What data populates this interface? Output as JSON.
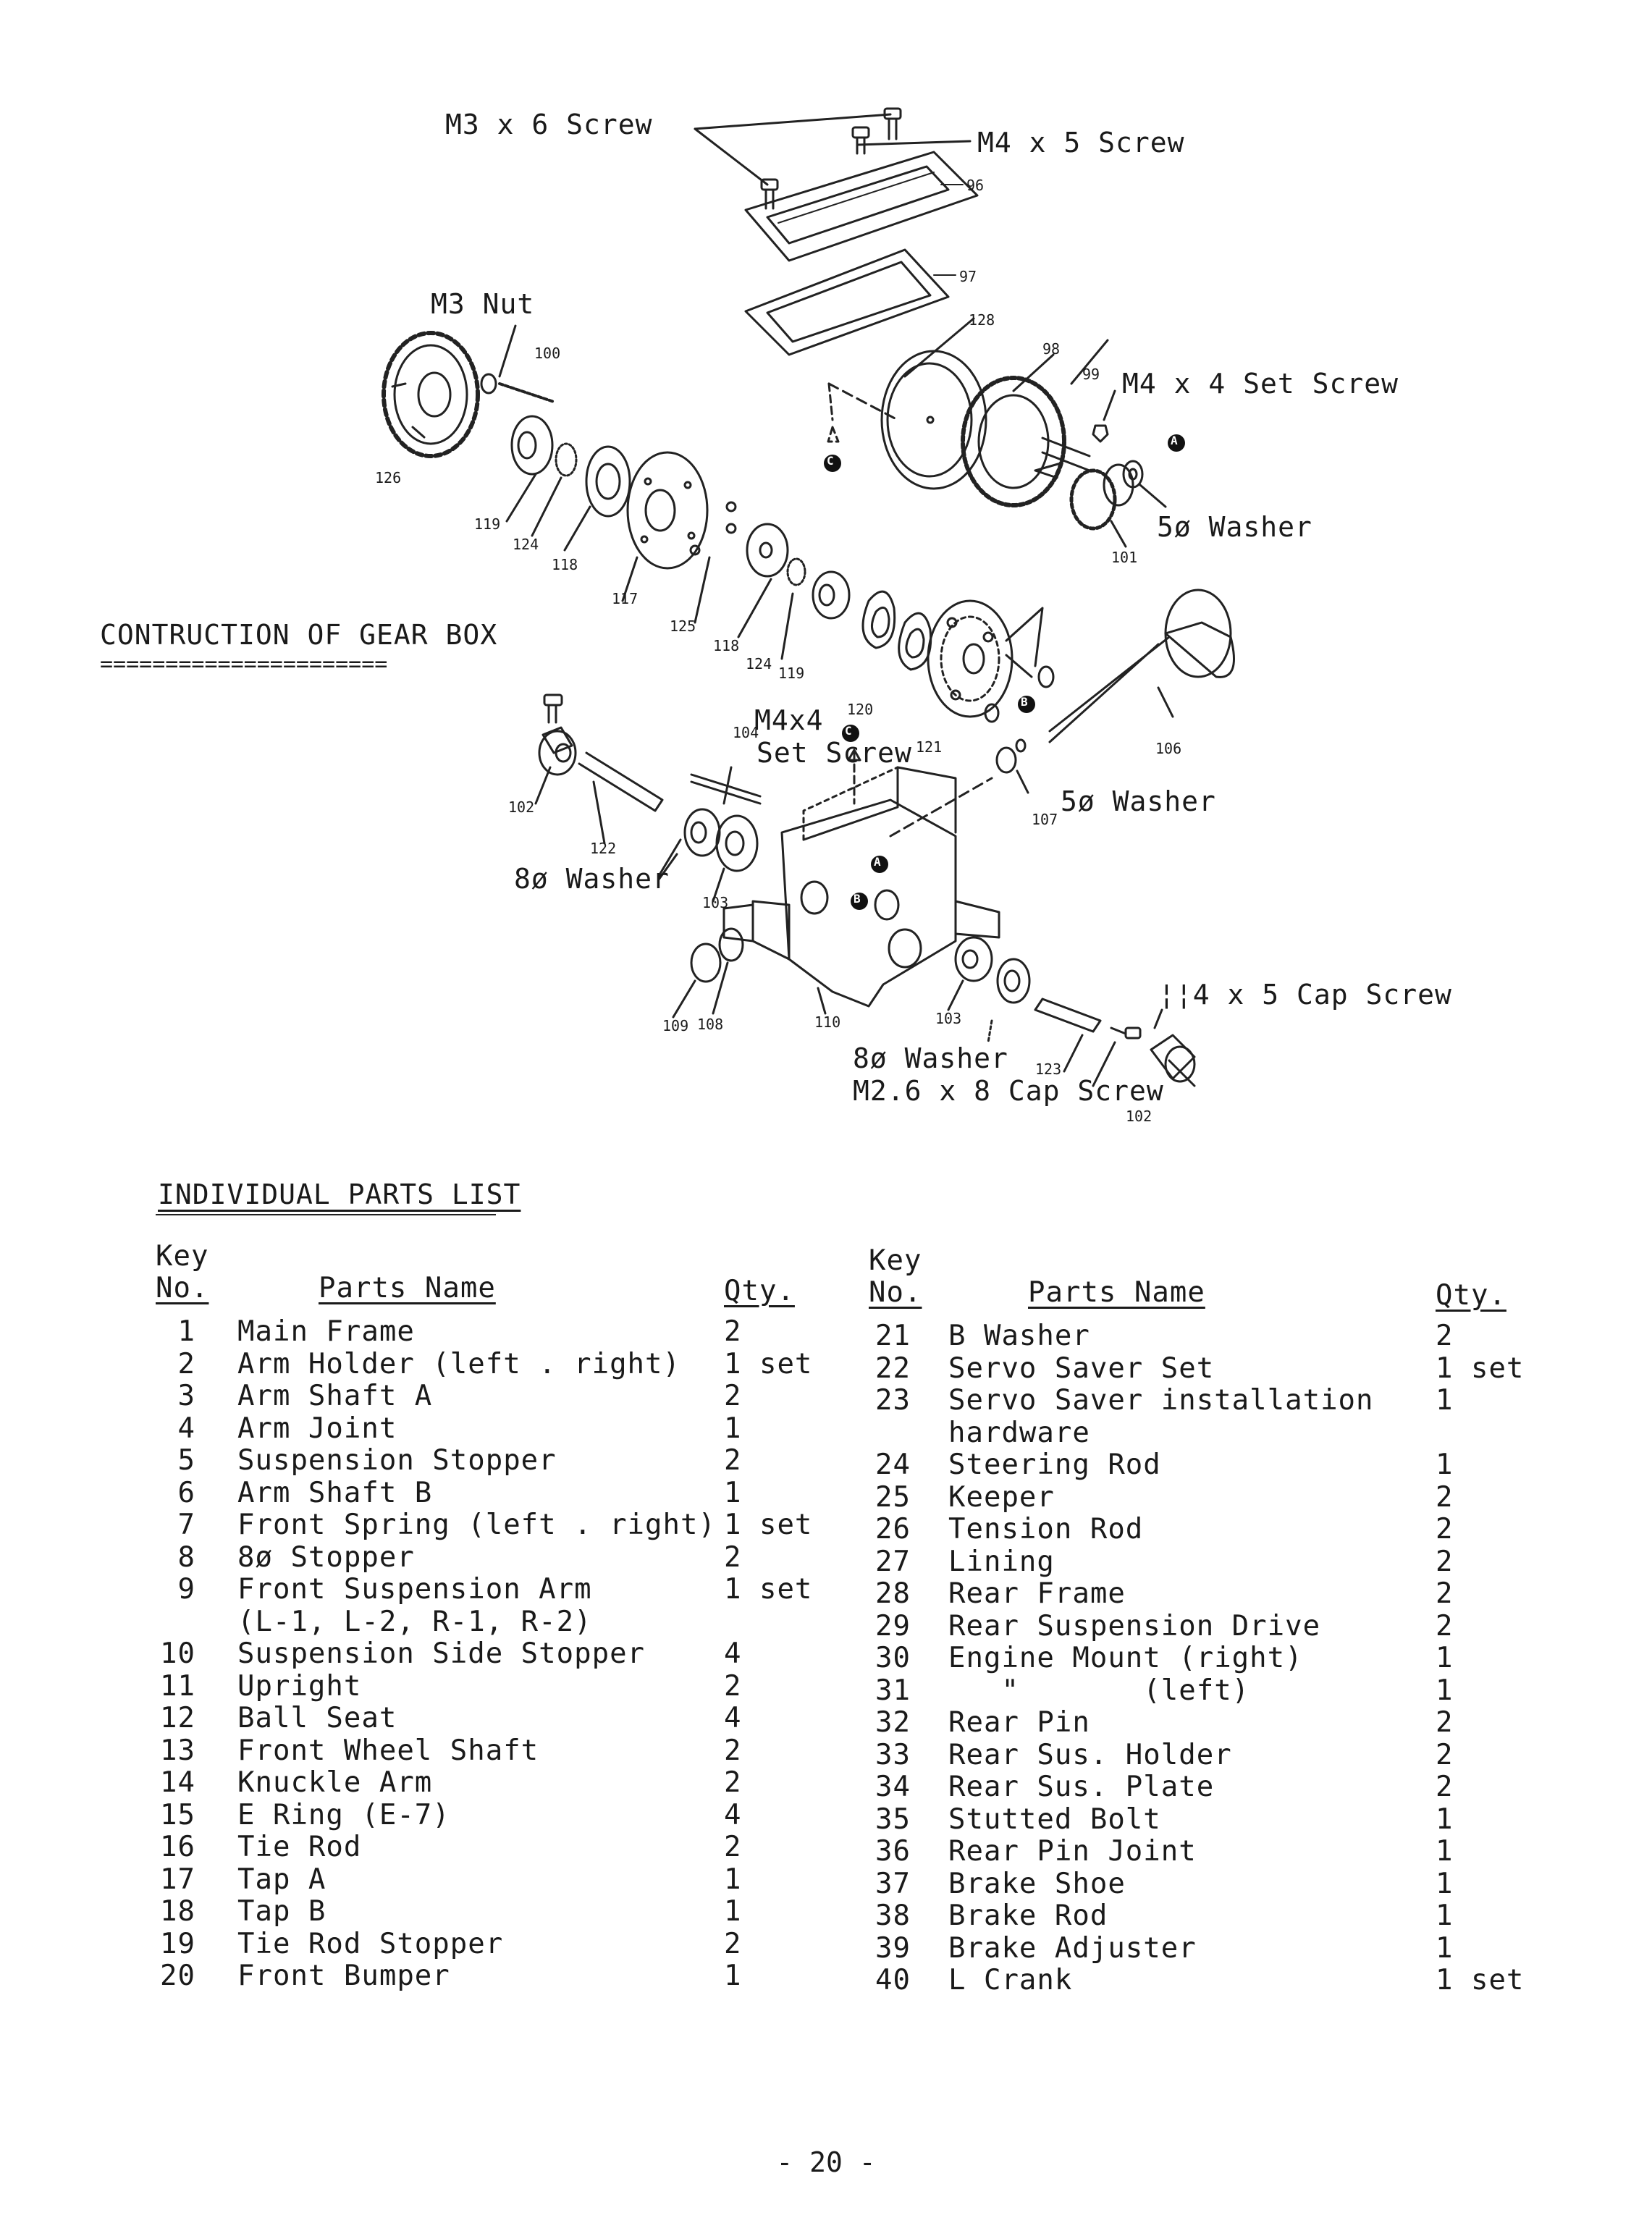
{
  "diagram": {
    "labels": {
      "m3x6_screw": "M3 x 6 Screw",
      "m4x5_screw": "M4 x 5 Screw",
      "m3_nut": "M3 Nut",
      "m4x4_set_screw": "M4 x 4 Set Screw",
      "washer5_top": "5ø Washer",
      "m4x4_a": "M4x4",
      "m4x4_b": "Set Screw",
      "washer5_mid": "5ø Washer",
      "washer8_left": "8ø Washer",
      "cap_screw_14x5": "¦¦4 x 5 Cap Screw",
      "washer8_bottom": "8ø Washer",
      "m26_cap_screw": "M2.6 x 8 Cap Screw"
    },
    "callouts": {
      "c96": "96",
      "c97": "97",
      "c128": "128",
      "c98": "98",
      "c99": "99",
      "c100": "100",
      "c126": "126",
      "c119a": "119",
      "c124a": "124",
      "c118a": "118",
      "c117": "117",
      "c125": "125",
      "c118b": "118",
      "c124b": "124",
      "c119b": "119",
      "c120": "120",
      "c121": "121",
      "c101": "101",
      "c104": "104",
      "c106": "106",
      "c107": "107",
      "c102a": "102",
      "c122": "122",
      "c103a": "103",
      "c110": "110",
      "c109": "109",
      "c108": "108",
      "c103b": "103",
      "c123": "123",
      "c102b": "102"
    },
    "markers": {
      "a": "A",
      "b": "B",
      "c": "C"
    },
    "section_title": "CONTRUCTION OF GEAR BOX",
    "section_underline": "======================"
  },
  "parts_list": {
    "title": "INDIVIDUAL PARTS LIST",
    "header": {
      "key_line1": "Key",
      "key_line2": "No.",
      "name": "Parts Name",
      "qty": "Qty."
    },
    "left": [
      {
        "key": "1",
        "name": "Main Frame",
        "qty": "2"
      },
      {
        "key": "2",
        "name": "Arm Holder (left . right)",
        "qty": "1 set"
      },
      {
        "key": "3",
        "name": "Arm Shaft A",
        "qty": "2"
      },
      {
        "key": "4",
        "name": "Arm Joint",
        "qty": "1"
      },
      {
        "key": "5",
        "name": "Suspension Stopper",
        "qty": "2"
      },
      {
        "key": "6",
        "name": "Arm Shaft B",
        "qty": "1"
      },
      {
        "key": "7",
        "name": "Front Spring (left . right)",
        "qty": "1 set"
      },
      {
        "key": "8",
        "name": "8ø Stopper",
        "qty": "2"
      },
      {
        "key": "9",
        "name": "Front Suspension Arm",
        "qty": "1 set"
      },
      {
        "key": "",
        "name": "(L-1, L-2, R-1, R-2)",
        "qty": ""
      },
      {
        "key": "10",
        "name": "Suspension Side Stopper",
        "qty": "4"
      },
      {
        "key": "11",
        "name": "Upright",
        "qty": "2"
      },
      {
        "key": "12",
        "name": "Ball Seat",
        "qty": "4"
      },
      {
        "key": "13",
        "name": "Front Wheel Shaft",
        "qty": "2"
      },
      {
        "key": "14",
        "name": "Knuckle Arm",
        "qty": "2"
      },
      {
        "key": "15",
        "name": "E Ring (E-7)",
        "qty": "4"
      },
      {
        "key": "16",
        "name": "Tie Rod",
        "qty": "2"
      },
      {
        "key": "17",
        "name": "Tap A",
        "qty": "1"
      },
      {
        "key": "18",
        "name": "Tap B",
        "qty": "1"
      },
      {
        "key": "19",
        "name": "Tie Rod Stopper",
        "qty": "2"
      },
      {
        "key": "20",
        "name": "Front Bumper",
        "qty": "1"
      }
    ],
    "right": [
      {
        "key": "21",
        "name": "B Washer",
        "qty": "2"
      },
      {
        "key": "22",
        "name": "Servo Saver Set",
        "qty": "1 set"
      },
      {
        "key": "23",
        "name": "Servo Saver installation",
        "qty": "1"
      },
      {
        "key": "",
        "name": "hardware",
        "qty": ""
      },
      {
        "key": "24",
        "name": "Steering Rod",
        "qty": "1"
      },
      {
        "key": "25",
        "name": "Keeper",
        "qty": "2"
      },
      {
        "key": "26",
        "name": "Tension Rod",
        "qty": "2"
      },
      {
        "key": "27",
        "name": "Lining",
        "qty": "2"
      },
      {
        "key": "28",
        "name": "Rear Frame",
        "qty": "2"
      },
      {
        "key": "29",
        "name": "Rear Suspension Drive",
        "qty": "2"
      },
      {
        "key": "30",
        "name": "Engine Mount (right)",
        "qty": "1"
      },
      {
        "key": "31",
        "name": "   \"       (left)",
        "qty": "1"
      },
      {
        "key": "32",
        "name": "Rear Pin",
        "qty": "2"
      },
      {
        "key": "33",
        "name": "Rear Sus. Holder",
        "qty": "2"
      },
      {
        "key": "34",
        "name": "Rear Sus. Plate",
        "qty": "2"
      },
      {
        "key": "35",
        "name": "Stutted Bolt",
        "qty": "1"
      },
      {
        "key": "36",
        "name": "Rear Pin Joint",
        "qty": "1"
      },
      {
        "key": "37",
        "name": "Brake Shoe",
        "qty": "1"
      },
      {
        "key": "38",
        "name": "Brake Rod",
        "qty": "1"
      },
      {
        "key": "39",
        "name": "Brake Adjuster",
        "qty": "1"
      },
      {
        "key": "40",
        "name": "L Crank",
        "qty": "1 set"
      }
    ]
  },
  "page_number": "- 20 -"
}
